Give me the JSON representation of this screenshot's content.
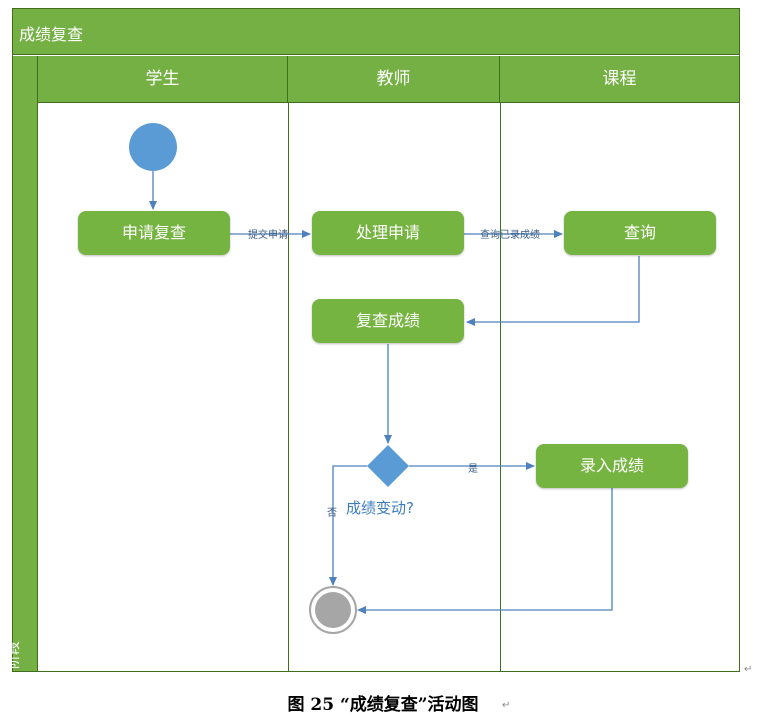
{
  "diagram": {
    "title": "成绩复查",
    "stage_label": "阶段",
    "lanes": [
      "学生",
      "教师",
      "课程"
    ],
    "nodes": {
      "apply_review": "申请复查",
      "handle_request": "处理申请",
      "query": "查询",
      "review_grades": "复查成绩",
      "enter_grades": "录入成绩"
    },
    "edges": {
      "submit_request": "提交申请",
      "query_entered_grades": "查询已录成绩",
      "yes": "是",
      "no": "否"
    },
    "decision": "成绩变动?",
    "colors": {
      "lane_header": "#74b043",
      "activity": "#76b442",
      "initial_node": "#5b9bd5",
      "decision": "#5b9bd5",
      "arrow": "#4f81bd",
      "final_node": "#a6a6a6"
    }
  },
  "caption": "图  25   “成绩复查”活动图",
  "marks": {
    "paragraph": "↵"
  }
}
